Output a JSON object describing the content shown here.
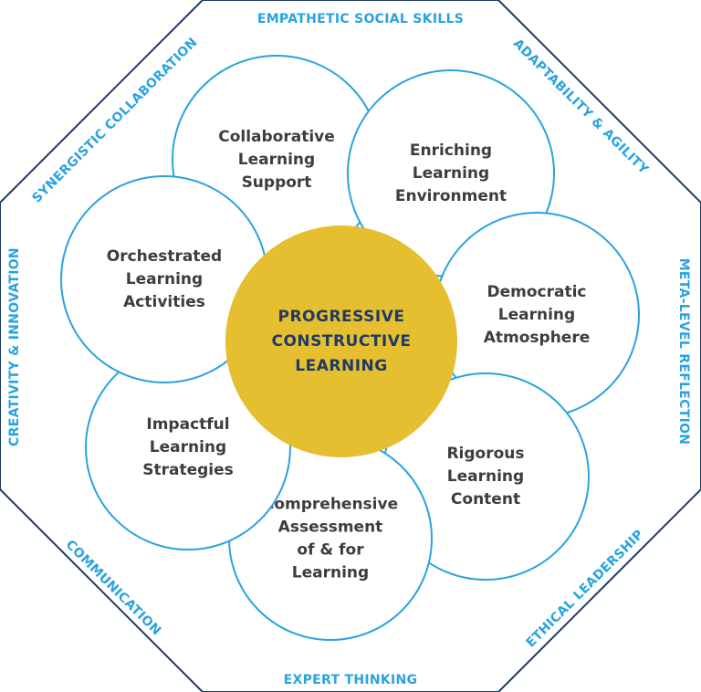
{
  "colors": {
    "frame": "#1f3a63",
    "accent": "#29a3e0",
    "circle_stroke": "#29a3e0",
    "center_fill": "#e5bf2f",
    "center_text": "#203a66",
    "petal_text": "#3d3d3d"
  },
  "center": {
    "lines": [
      "PROGRESSIVE",
      "CONSTRUCTIVE",
      "LEARNING"
    ]
  },
  "petals": [
    {
      "id": "collaborative",
      "lines": [
        "Collaborative",
        "Learning",
        "Support"
      ]
    },
    {
      "id": "enriching",
      "lines": [
        "Enriching",
        "Learning",
        "Environment"
      ]
    },
    {
      "id": "democratic",
      "lines": [
        "Democratic",
        "Learning",
        "Atmosphere"
      ]
    },
    {
      "id": "rigorous",
      "lines": [
        "Rigorous",
        "Learning",
        "Content"
      ]
    },
    {
      "id": "comprehensive",
      "lines": [
        "Comprehensive",
        "Assessment",
        "of & for",
        "Learning"
      ]
    },
    {
      "id": "impactful",
      "lines": [
        "Impactful",
        "Learning",
        "Strategies"
      ]
    },
    {
      "id": "orchestrated",
      "lines": [
        "Orchestrated",
        "Learning",
        "Activities"
      ]
    }
  ],
  "frame_labels": [
    {
      "id": "empathetic",
      "text": "EMPATHETIC SOCIAL SKILLS"
    },
    {
      "id": "adaptability",
      "text": "ADAPTABILITY & AGILITY"
    },
    {
      "id": "meta",
      "text": "META-LEVEL REFLECTION"
    },
    {
      "id": "ethical",
      "text": "ETHICAL LEADERSHIP"
    },
    {
      "id": "expert",
      "text": "EXPERT THINKING"
    },
    {
      "id": "communication",
      "text": "COMMUNICATION"
    },
    {
      "id": "creativity",
      "text": "CREATIVITY & INNOVATION"
    },
    {
      "id": "synergistic",
      "text": "SYNERGISTIC COLLABORATION"
    }
  ]
}
